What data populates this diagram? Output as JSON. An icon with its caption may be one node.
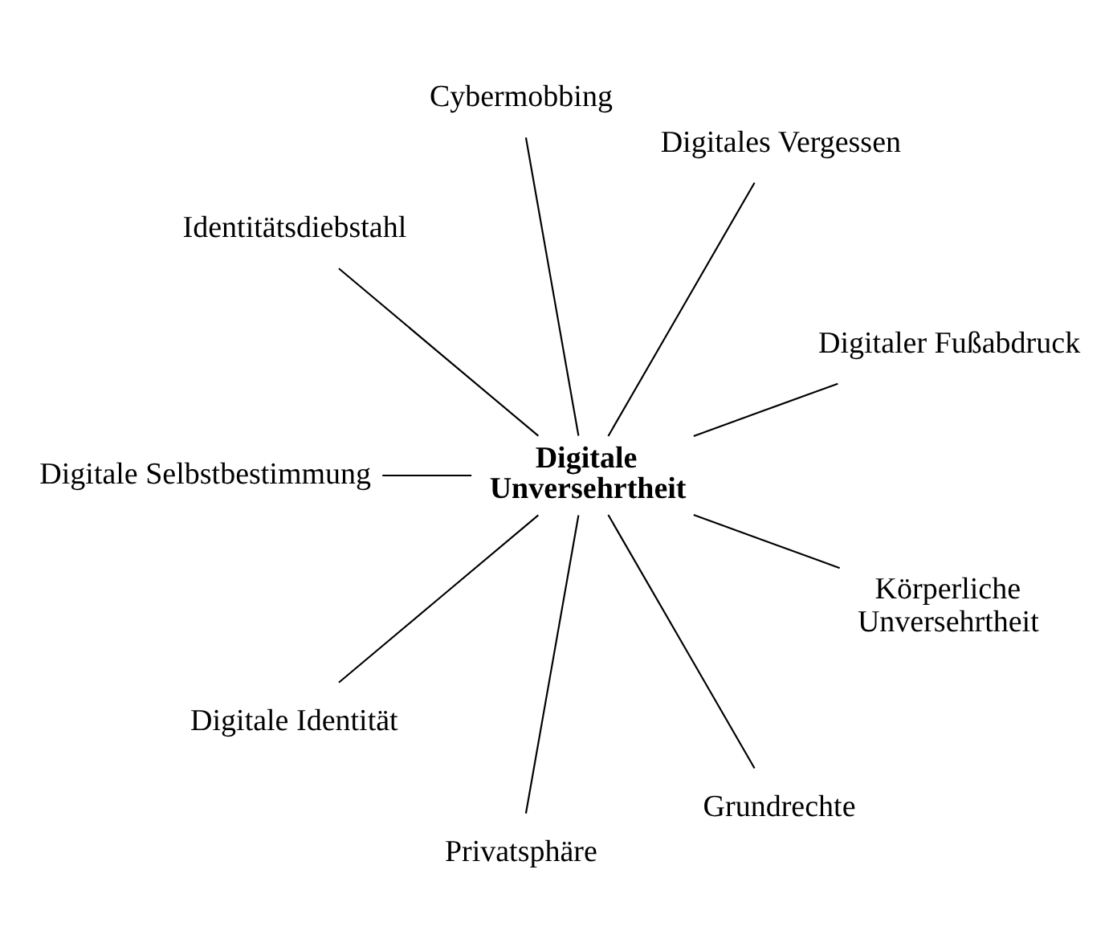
{
  "diagram": {
    "nodes": [
      {
        "text": [
          "Digitale Unversehrtheit"
        ]
      },
      {
        "text": [
          "Digitaler Fußabdruck"
        ]
      },
      {
        "text": [
          "Digitales Vergessen"
        ]
      },
      {
        "text": [
          "Cybermobbing"
        ]
      },
      {
        "text": [
          "Identitätsdiebstahl"
        ]
      },
      {
        "text": [
          "Digitale Selbstbestimmung"
        ]
      },
      {
        "text": [
          "Digitale Identität"
        ]
      },
      {
        "text": [
          "Privatsphäre"
        ]
      },
      {
        "text": [
          "Grundrechte"
        ]
      },
      {
        "text": [
          "Körperliche Unversehrtheit"
        ]
      }
    ],
    "edges": [
      {
        "from": 0,
        "to": 1,
        "arrow": "none"
      },
      {
        "from": 0,
        "to": 2,
        "arrow": "none"
      },
      {
        "from": 0,
        "to": 3,
        "arrow": "none"
      },
      {
        "from": 0,
        "to": 4,
        "arrow": "none"
      },
      {
        "from": 0,
        "to": 5,
        "arrow": "none"
      },
      {
        "from": 0,
        "to": 6,
        "arrow": "none"
      },
      {
        "from": 0,
        "to": 7,
        "arrow": "none"
      },
      {
        "from": 0,
        "to": 8,
        "arrow": "none"
      },
      {
        "from": 0,
        "to": 9,
        "arrow": "none"
      }
    ]
  }
}
